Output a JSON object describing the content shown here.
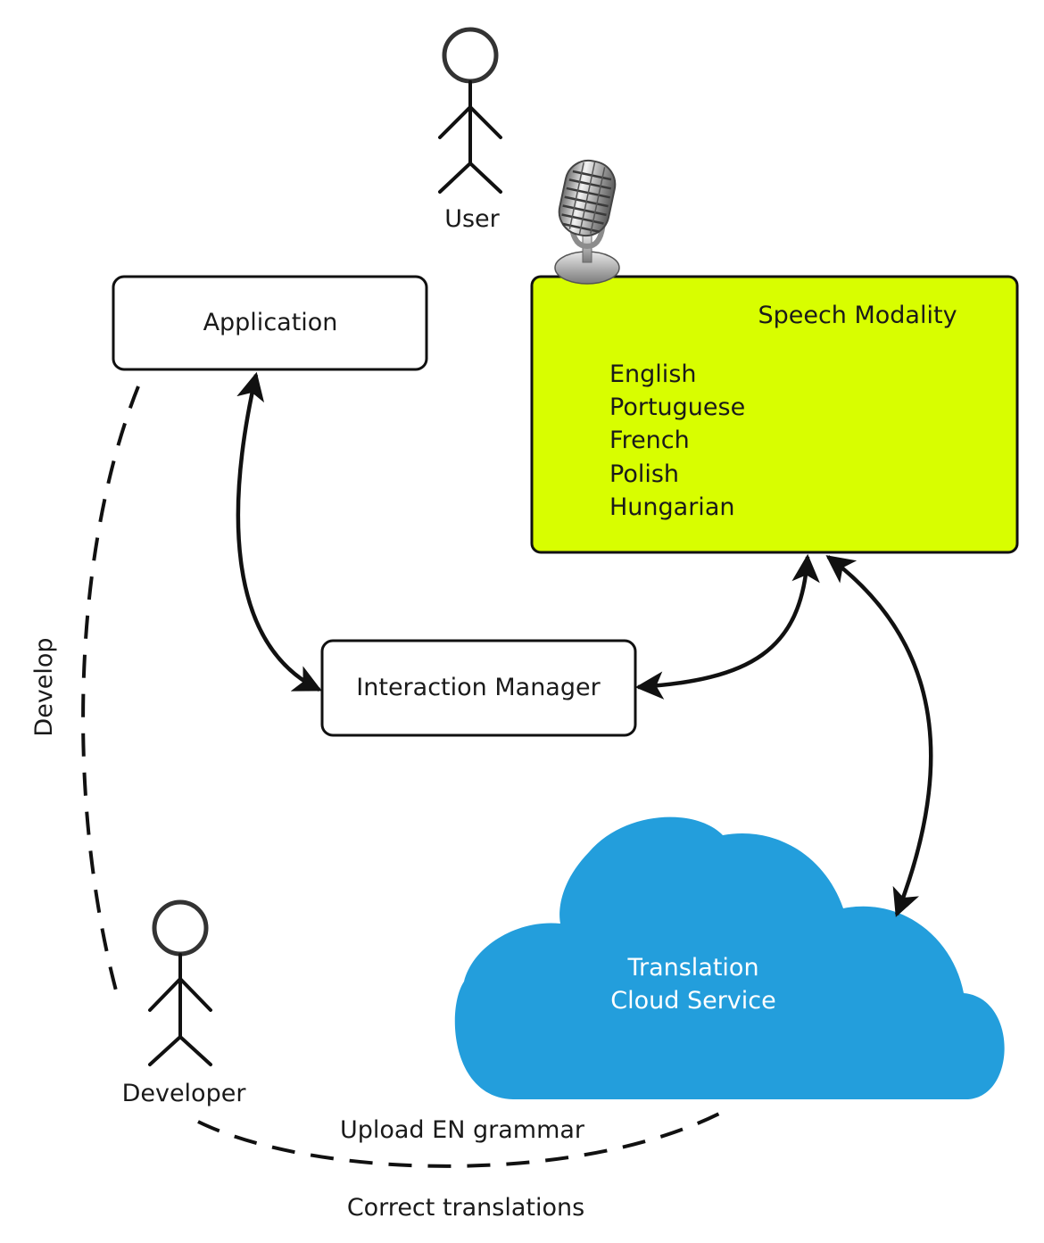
{
  "actors": {
    "user": {
      "label": "User"
    },
    "developer": {
      "label": "Developer"
    }
  },
  "nodes": {
    "application": {
      "label": "Application"
    },
    "interaction_manager": {
      "label": "Interaction Manager"
    },
    "speech_modality": {
      "title": "Speech Modality",
      "languages": [
        "English",
        "Portuguese",
        "French",
        "Polish",
        "Hungarian"
      ]
    },
    "translation_cloud": {
      "line1": "Translation",
      "line2": "Cloud Service"
    }
  },
  "edges": {
    "develop": {
      "label": "Develop"
    },
    "upload": {
      "label": "Upload EN grammar"
    },
    "correct": {
      "label": "Correct translations"
    }
  },
  "colors": {
    "speech_fill": "#d8fe00",
    "cloud_fill": "#239edc"
  },
  "icons": {
    "microphone": "microphone-icon"
  }
}
